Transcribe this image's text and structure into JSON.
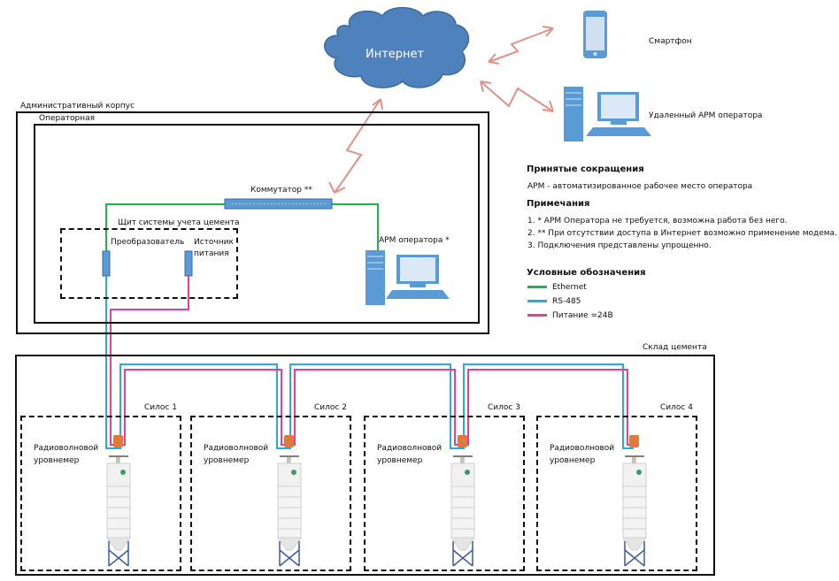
{
  "internet": {
    "label": "Интернет",
    "color": "#4f81bd"
  },
  "remote": {
    "smartphone_label": "Смартфон",
    "remote_workstation_label": "Удаленный АРМ оператора"
  },
  "admin_building": {
    "label": "Административный корпус",
    "operator_room": {
      "label": "Операторная",
      "switch_label": "Коммутатор **",
      "workstation_label": "АРМ оператора *",
      "cabinet": {
        "label": "Щит системы учета цемента",
        "converter_label": "Преобразователь",
        "power_supply_label_line1": "Источник",
        "power_supply_label_line2": "питания"
      }
    }
  },
  "warehouse": {
    "label": "Склад цемента",
    "silos": [
      {
        "name": "Силос 1",
        "sensor_line1": "Радиоволновой",
        "sensor_line2": "уровнемер"
      },
      {
        "name": "Силос 2",
        "sensor_line1": "Радиоволновой",
        "sensor_line2": "уровнемер"
      },
      {
        "name": "Силос 3",
        "sensor_line1": "Радиоволновой",
        "sensor_line2": "уровнемер"
      },
      {
        "name": "Силос 4",
        "sensor_line1": "Радиоволновой",
        "sensor_line2": "уровнемер"
      }
    ]
  },
  "abbreviations": {
    "title": "Принятые сокращения",
    "items": [
      "АРМ - автоматизированное рабочее место оператора"
    ]
  },
  "notes": {
    "title": "Примечания",
    "items": [
      "1. * АРМ Оператора не требуется, возможна работа без него.",
      "2. ** При отсутствии доступа в Интернет возможно применение модема.",
      "3. Подключения представлены упрощенно."
    ]
  },
  "legend": {
    "title": "Условные обозначения",
    "items": [
      {
        "label": "Ethernet",
        "color": "#22b14c"
      },
      {
        "label": "RS-485",
        "color": "#29abe2"
      },
      {
        "label": "Питание =24В",
        "color": "#ec3d96"
      }
    ]
  },
  "colors": {
    "ethernet": "#22b14c",
    "rs485": "#29abe2",
    "power": "#ec3d96",
    "wireless": "#e0918a",
    "device_blue": "#5b9bd5",
    "sensor_orange": "#e07a3a"
  }
}
